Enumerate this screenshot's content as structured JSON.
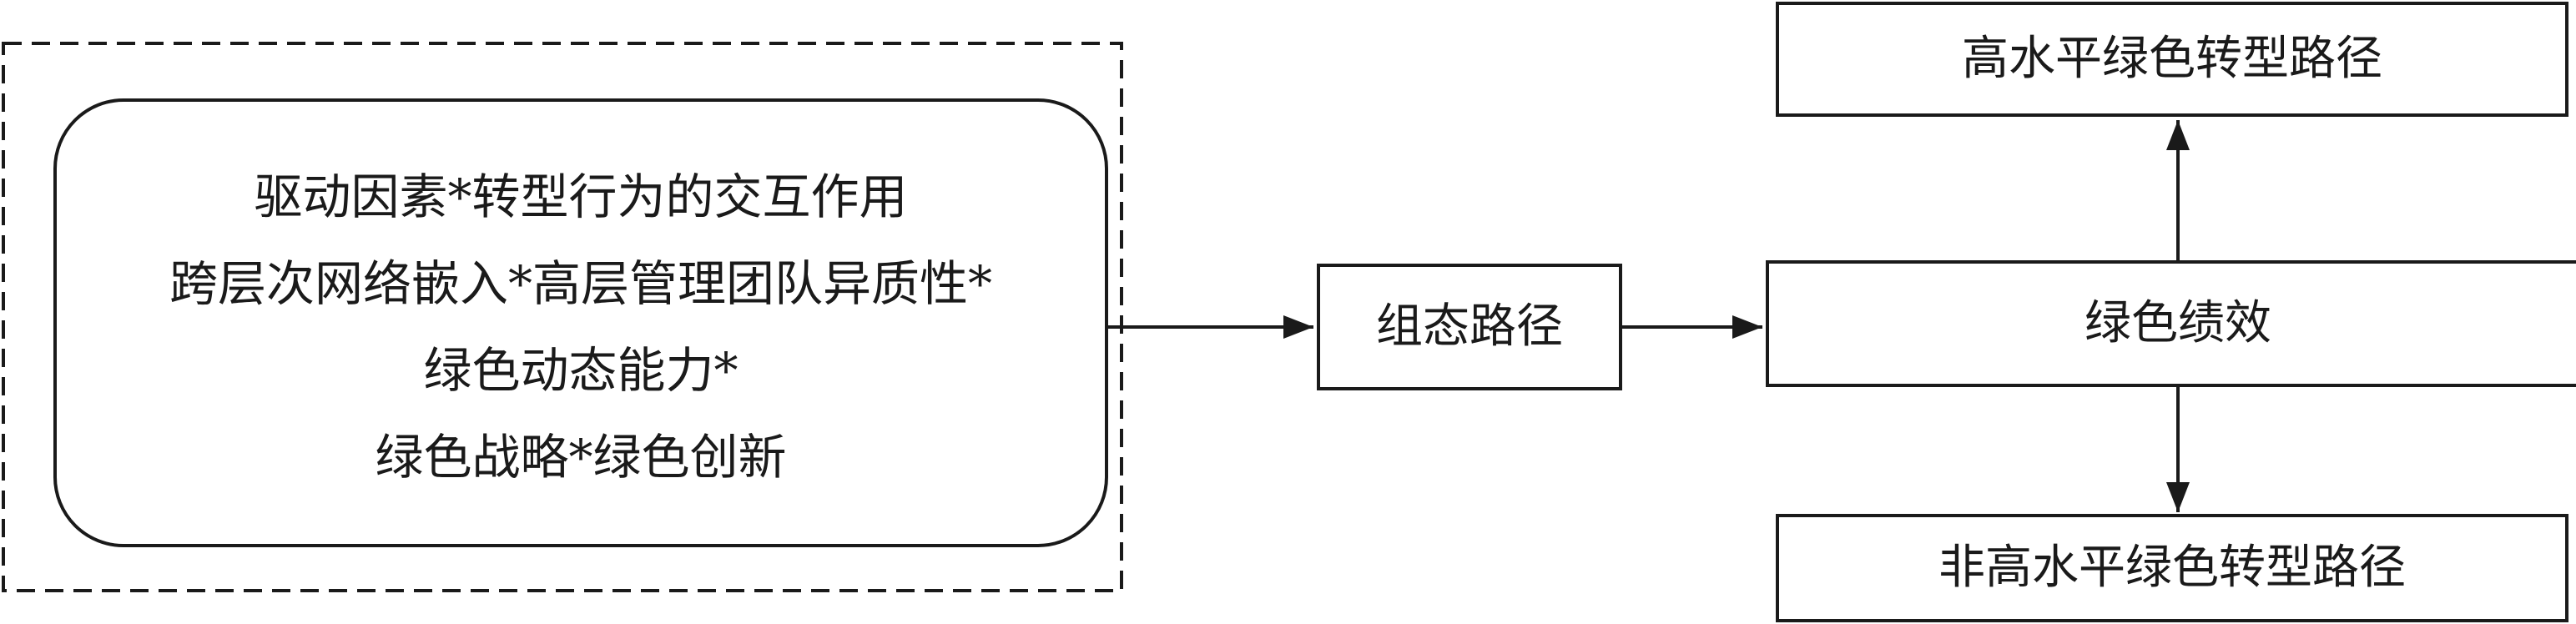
{
  "factors": {
    "lines": [
      "驱动因素*转型行为的交互作用",
      "跨层次网络嵌入*高层管理团队异质性*",
      "绿色动态能力*",
      "绿色战略*绿色创新"
    ]
  },
  "nodes": {
    "config_path": "组态路径",
    "green_performance": "绿色绩效",
    "high_level_path": "高水平绿色转型路径",
    "non_high_level_path": "非高水平绿色转型路径"
  }
}
